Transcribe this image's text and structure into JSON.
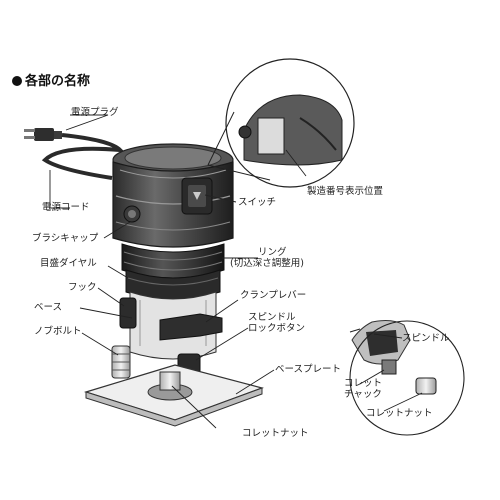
{
  "title": "各部の名称",
  "labels": {
    "plug": "電源プラグ",
    "cord": "電源コード",
    "switch": "スイッチ",
    "serial": "製造番号表示位置",
    "brush_cap": "ブラシキャップ",
    "ring": "リング",
    "ring_sub": "(切込深さ調整用)",
    "dial": "目盛ダイヤル",
    "hook": "フック",
    "clamp_lever": "クランプレバー",
    "base": "ベース",
    "spindle_lock_1": "スピンドル",
    "spindle_lock_2": "ロックボタン",
    "knob_bolt": "ノブボルト",
    "base_plate": "ベースプレート",
    "collet_nut": "コレットナット",
    "spindle": "スピンドル",
    "collet_chuck_1": "コレット",
    "collet_chuck_2": "チャック",
    "collet_nut_detail": "コレットナット"
  },
  "colors": {
    "ink": "#222222",
    "dark": "#3a3a3a",
    "mid": "#8a8a8a",
    "light": "#d4d4d4"
  }
}
